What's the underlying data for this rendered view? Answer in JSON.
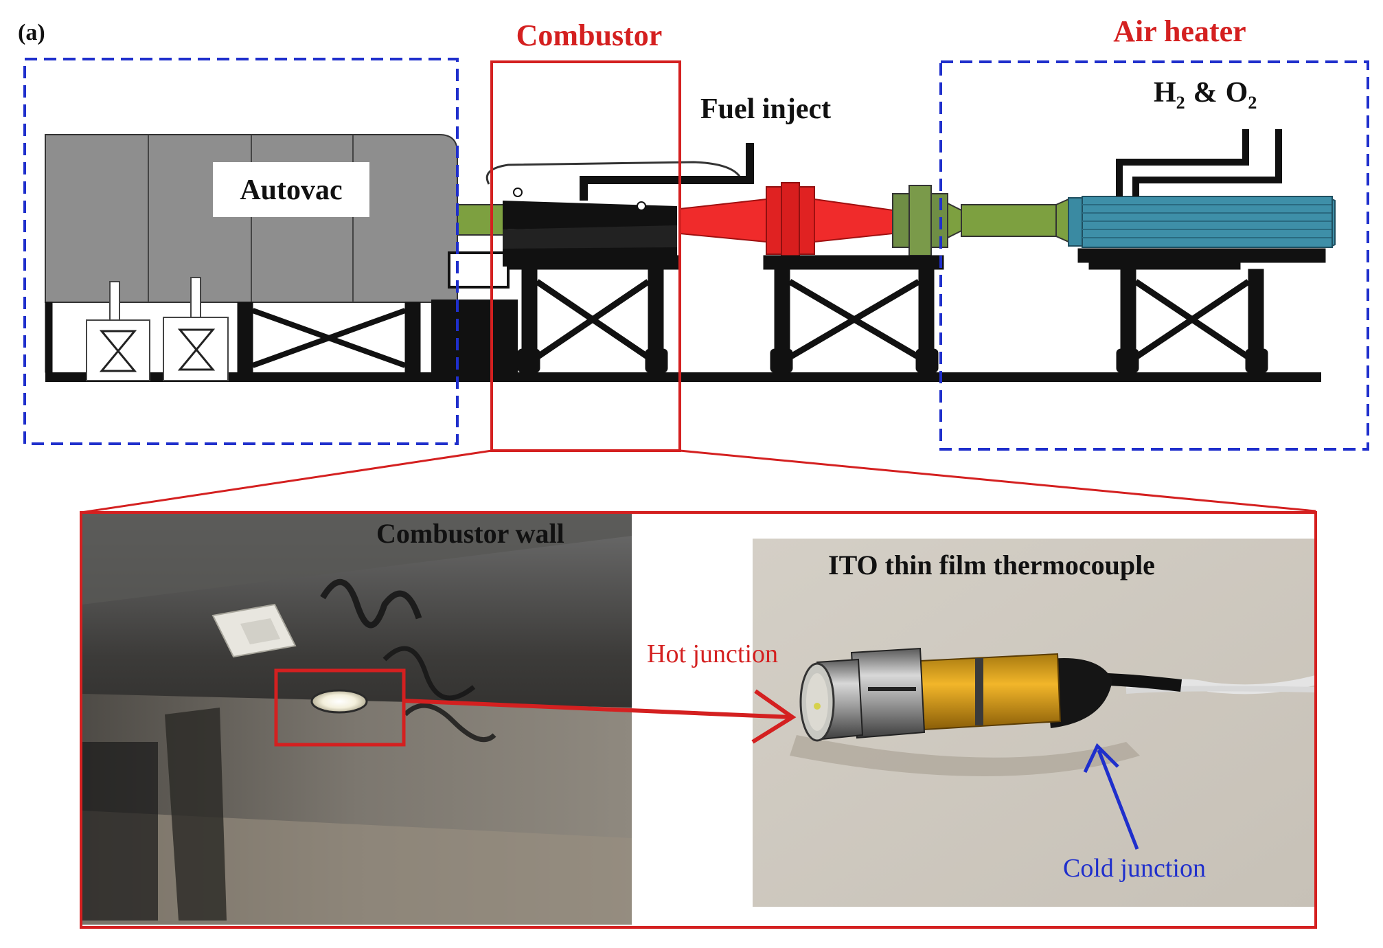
{
  "panel_label": "(a)",
  "labels": {
    "combustor": "Combustor",
    "air_heater": "Air heater",
    "fuel_inject": "Fuel inject",
    "h2": "H",
    "h2_sub": "2",
    "amp": "&",
    "o2": "O",
    "o2_sub": "2",
    "autovac": "Autovac",
    "combustor_wall": "Combustor wall",
    "ito": "ITO thin film thermocouple",
    "hot_junction": "Hot junction",
    "cold_junction": "Cold junction"
  },
  "colors": {
    "red_frame": "#d42020",
    "blue_dash": "#1f2fcc",
    "label_red": "#d42020",
    "label_blue": "#1f2fcc",
    "autovac_grey": "#8e8e8e",
    "duct_green": "#7da040",
    "nozzle_red": "#f02b2b",
    "heater_blue": "#3e8fa8",
    "frame_black": "#111111"
  }
}
